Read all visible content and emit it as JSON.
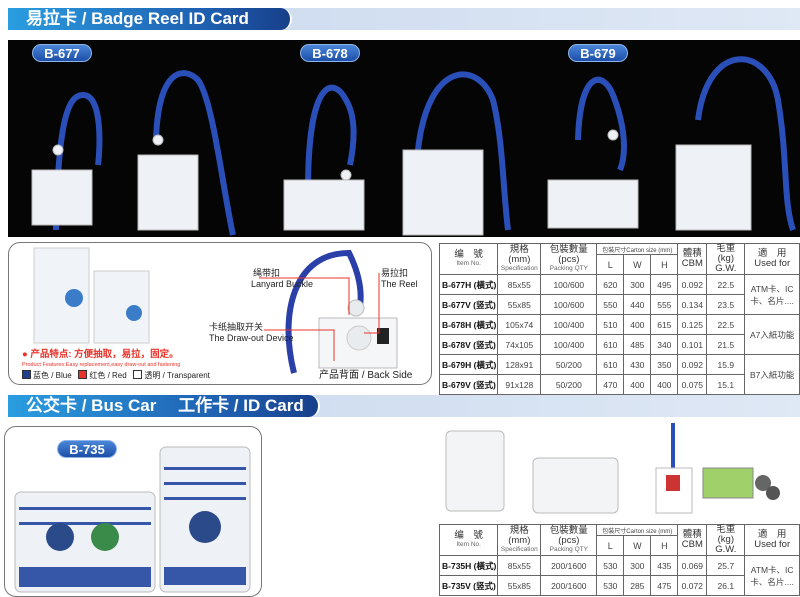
{
  "section1": {
    "title": "易拉卡 / Badge Reel ID Card",
    "models": [
      "B-677",
      "B-678",
      "B-679"
    ]
  },
  "features": {
    "cn": "● 产品特点: 方便抽取，易拉，固定。",
    "en": "Product Features:Easy replacement,easy draw-out and fastening",
    "colors": [
      {
        "label": "蓝色 / Blue",
        "hex": "#1f3f8f"
      },
      {
        "label": "红色 / Red",
        "hex": "#e8332a"
      },
      {
        "label": "透明 / Transparent",
        "hex": "#ffffff"
      }
    ],
    "callouts": {
      "buckle_cn": "绳带扣",
      "buckle_en": "Lanyard Buckle",
      "reel_cn": "易拉扣",
      "reel_en": "The Reel",
      "draw_cn": "卡纸抽取开关",
      "draw_en": "The Draw-out Device",
      "back": "产品背面 / Back Side"
    }
  },
  "table_header": {
    "item_cn": "编　號",
    "item_en": "Item No.",
    "spec_cn": "規格(mm)",
    "spec_en": "Specification",
    "pack_cn": "包裝數量(pcs)",
    "pack_en": "Packing QTY",
    "carton": "包裝尺寸Carton size (mm)",
    "L": "L",
    "W": "W",
    "H": "H",
    "cbm_cn": "體積",
    "cbm_en": "CBM",
    "gw_cn": "毛重(kg)",
    "gw_en": "G.W.",
    "used_cn": "適　用",
    "used_en": "Used for"
  },
  "table1": {
    "rows": [
      {
        "item": "B-677H (橫式)",
        "spec": "85x55",
        "pack": "100/600",
        "L": "620",
        "W": "300",
        "H": "495",
        "cbm": "0.092",
        "gw": "22.5"
      },
      {
        "item": "B-677V (竖式)",
        "spec": "55x85",
        "pack": "100/600",
        "L": "550",
        "W": "440",
        "H": "555",
        "cbm": "0.134",
        "gw": "23.5"
      },
      {
        "item": "B-678H (橫式)",
        "spec": "105x74",
        "pack": "100/400",
        "L": "510",
        "W": "400",
        "H": "615",
        "cbm": "0.125",
        "gw": "22.5"
      },
      {
        "item": "B-678V (竖式)",
        "spec": "74x105",
        "pack": "100/400",
        "L": "610",
        "W": "485",
        "H": "340",
        "cbm": "0.101",
        "gw": "21.5"
      },
      {
        "item": "B-679H (橫式)",
        "spec": "128x91",
        "pack": "50/200",
        "L": "610",
        "W": "430",
        "H": "350",
        "cbm": "0.092",
        "gw": "15.9"
      },
      {
        "item": "B-679V (竖式)",
        "spec": "91x128",
        "pack": "50/200",
        "L": "470",
        "W": "400",
        "H": "400",
        "cbm": "0.075",
        "gw": "15.1"
      }
    ],
    "used": [
      "ATM卡、IC卡、名片....",
      "A7入紙功能",
      "B7入紙功能"
    ]
  },
  "section2": {
    "title": "公交卡 / Bus Car　 工作卡 / ID Card",
    "model": "B-735"
  },
  "table2": {
    "rows": [
      {
        "item": "B-735H (橫式)",
        "spec": "85x55",
        "pack": "200/1600",
        "L": "530",
        "W": "300",
        "H": "435",
        "cbm": "0.069",
        "gw": "25.7"
      },
      {
        "item": "B-735V (竖式)",
        "spec": "55x85",
        "pack": "200/1600",
        "L": "530",
        "W": "285",
        "H": "475",
        "cbm": "0.072",
        "gw": "26.1"
      }
    ],
    "used": "ATM卡、IC卡、名片...."
  }
}
